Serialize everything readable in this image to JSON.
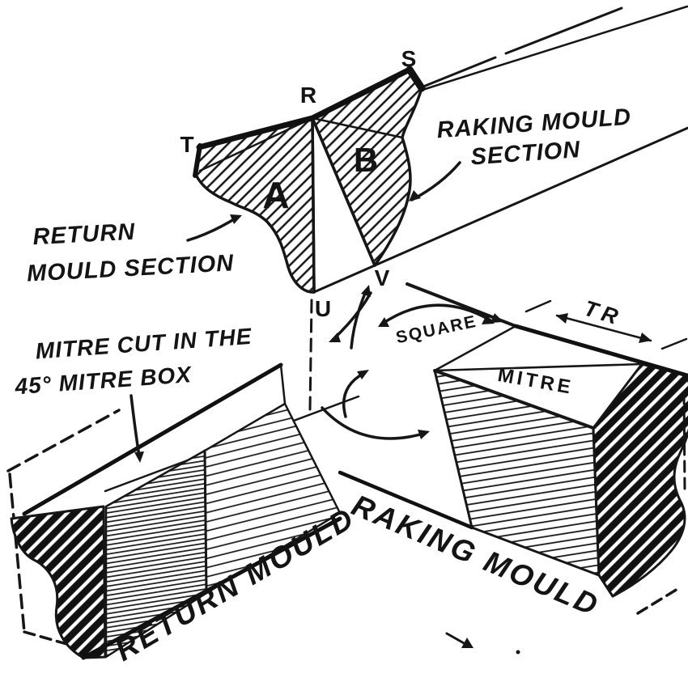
{
  "colors": {
    "ink": "#161616",
    "paper": "#ffffff"
  },
  "section_view": {
    "point_t": "T",
    "point_r": "R",
    "point_s": "S",
    "point_u": "U",
    "point_v": "V",
    "region_a": "A",
    "region_b": "B",
    "raking_section_label_line1": "RAKING MOULD",
    "raking_section_label_line2": "SECTION",
    "return_section_label_line1": "RETURN",
    "return_section_label_line2": "MOULD SECTION"
  },
  "joint_annotations": {
    "square_label": "SQUARE",
    "mitre_label": "MITRE",
    "dimension_label": "TR"
  },
  "mitre_box_note": {
    "line1": "MITRE CUT IN THE",
    "line2": "45° MITRE BOX"
  },
  "blocks": {
    "return_mould_label": "RETURN MOULD",
    "raking_mould_label": "RAKING MOULD"
  }
}
